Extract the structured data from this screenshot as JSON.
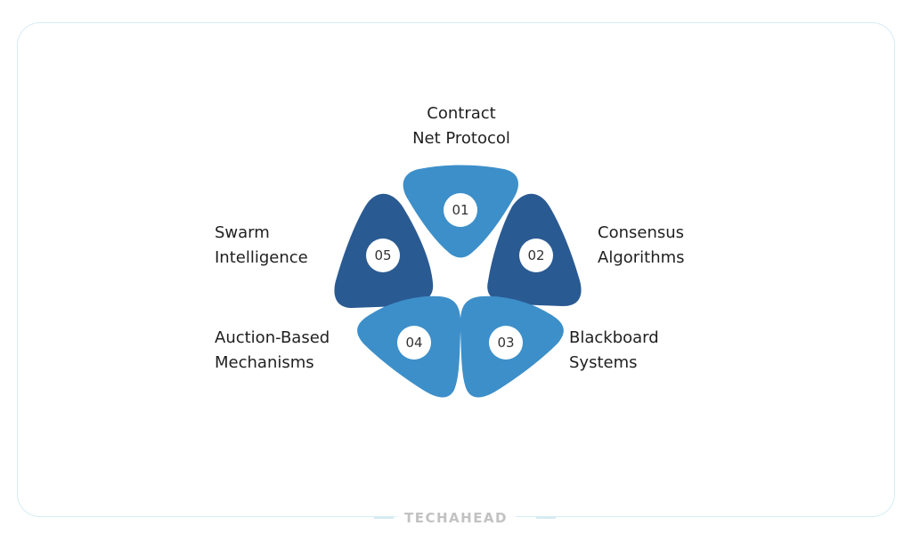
{
  "title": "Multi-agent coordination mechanisms",
  "colors": {
    "light": "#3d8fc9",
    "dark": "#2a5a92",
    "circle": "#ffffff",
    "border": "#d6ecf3",
    "brand": "#c2c2c2"
  },
  "items": [
    {
      "number": "01",
      "line1": "Contract",
      "line2": "Net Protocol",
      "shade": "light"
    },
    {
      "number": "02",
      "line1": "Consensus",
      "line2": "Algorithms",
      "shade": "dark"
    },
    {
      "number": "03",
      "line1": "Blackboard",
      "line2": "Systems",
      "shade": "light"
    },
    {
      "number": "04",
      "line1": "Auction-Based",
      "line2": "Mechanisms",
      "shade": "light"
    },
    {
      "number": "05",
      "line1": "Swarm",
      "line2": "Intelligence",
      "shade": "dark"
    }
  ],
  "footer": {
    "brand": "TECHAHEAD"
  }
}
